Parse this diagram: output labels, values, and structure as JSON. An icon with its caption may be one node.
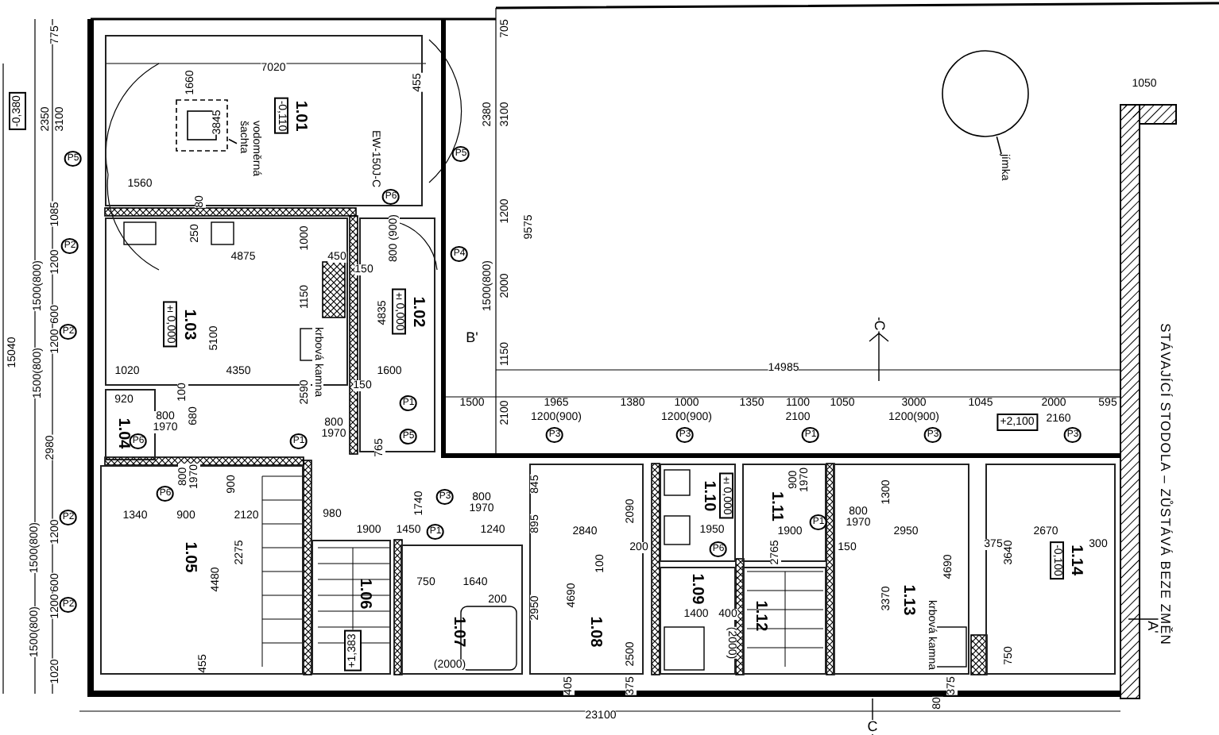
{
  "diagram": {
    "nodes": [
      {
        "text": [
          "1.01",
          "-0,110"
        ]
      },
      {
        "text": [
          "1.02",
          "±0,000"
        ]
      },
      {
        "text": [
          "1.03",
          "±0,000"
        ]
      },
      {
        "text": [
          "1.04"
        ]
      },
      {
        "text": [
          "1.05"
        ]
      },
      {
        "text": [
          "1.06"
        ]
      },
      {
        "text": [
          "1.07"
        ]
      },
      {
        "text": [
          "1.08"
        ]
      },
      {
        "text": [
          "1.09"
        ]
      },
      {
        "text": [
          "1.10",
          "±0,000"
        ]
      },
      {
        "text": [
          "1.11"
        ]
      },
      {
        "text": [
          "1.12"
        ]
      },
      {
        "text": [
          "1.13"
        ]
      },
      {
        "text": [
          "1.14",
          "-0,100"
        ]
      },
      {
        "text": [],
        "shape": "circle"
      },
      {
        "text": [
          "jímka"
        ]
      },
      {
        "text": [],
        "shape": "box",
        "in": 0
      },
      {
        "text": [
          "vodoměrná šachta"
        ],
        "in": 0
      }
    ],
    "edges": [
      {
        "from": 15,
        "to": 14,
        "arrow": "none"
      },
      {
        "from": 17,
        "to": 16,
        "arrow": "none"
      }
    ],
    "labels": [
      "775",
      "2350",
      "3100",
      "-0,380",
      "1085",
      "1200",
      "1500(800)",
      "600",
      "1200",
      "1500(800)",
      "15040",
      "2980",
      "1200",
      "1500(800)",
      "600",
      "1200",
      "1500(800)",
      "1020",
      "P5",
      "P2",
      "P2",
      "P2",
      "P2",
      "7020",
      "1660",
      "3845",
      "1560",
      "80",
      "455",
      "EW-150J-C",
      "P6",
      "800 (900)",
      "250",
      "1000",
      "4875",
      "450",
      "150",
      "1150",
      "5100",
      "krbová kamna",
      "4835",
      "1020",
      "4350",
      "1600",
      "705",
      "2380",
      "3100",
      "P5",
      "1200",
      "2000",
      "1500(800)",
      "P4",
      "1150",
      "9575",
      "B'",
      "14985",
      "C",
      "1050",
      "920",
      "100",
      "2590",
      "150",
      "800 1970",
      "680",
      "P6",
      "800 1970",
      "P1",
      "765",
      "P1",
      "1500",
      "2100",
      "P5",
      "1965",
      "1200(900)",
      "P3",
      "1380",
      "1000",
      "1200(900)",
      "P3",
      "1350",
      "1100",
      "2100",
      "P1",
      "1050",
      "3000",
      "1200(900)",
      "P3",
      "1045",
      "2000",
      "+2,100",
      "2160",
      "P3",
      "595",
      "800 1970",
      "P6",
      "900",
      "1340",
      "900",
      "2120",
      "980",
      "4480",
      "2275",
      "455",
      "1900",
      "1450",
      "+1,383",
      "1740",
      "P3",
      "800 1970",
      "P1",
      "1240",
      "845",
      "895",
      "2840",
      "2090",
      "200",
      "100",
      "1950",
      "1900",
      "900 1970",
      "P6",
      "750",
      "1640",
      "200",
      "2950",
      "(2000)",
      "4690",
      "2500",
      "405",
      "375",
      "1400",
      "400",
      "(2000)",
      "2765",
      "800 1970",
      "P1",
      "150",
      "2950",
      "1300",
      "3370",
      "4690",
      "krbová kamna",
      "375",
      "80",
      "375",
      "3640",
      "2670",
      "300",
      "750",
      "STÁVAJÍCÍ STODOLA – ZŮSTÁVÁ BEZE ZMĚN",
      "A'",
      "23100",
      "C"
    ]
  }
}
